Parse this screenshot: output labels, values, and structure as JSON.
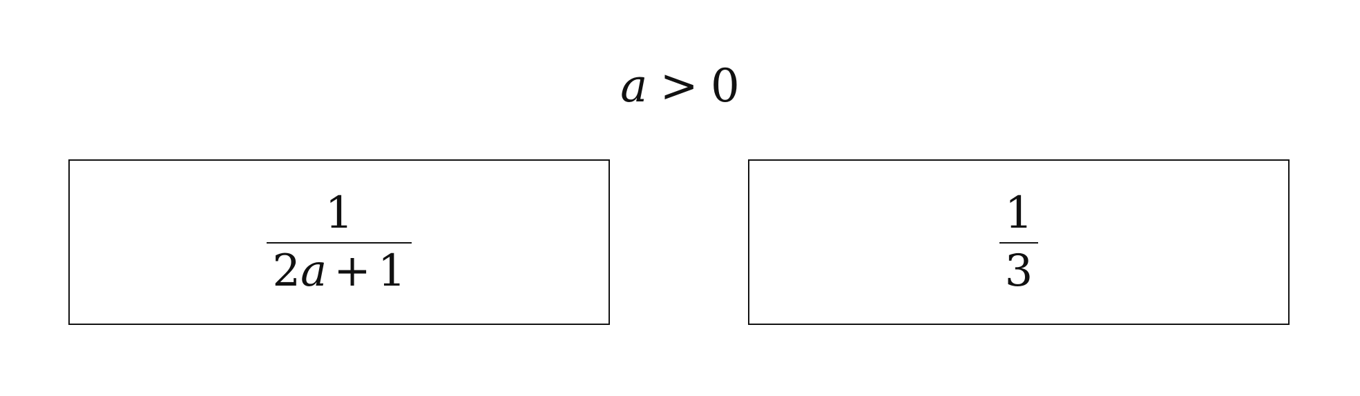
{
  "condition": {
    "variable": "a",
    "operator": ">",
    "value": "0"
  },
  "left_box": {
    "numerator": "1",
    "denominator": {
      "coefficient": "2",
      "variable": "a",
      "operator": "+",
      "constant": "1"
    }
  },
  "right_box": {
    "numerator": "1",
    "denominator": "3"
  }
}
